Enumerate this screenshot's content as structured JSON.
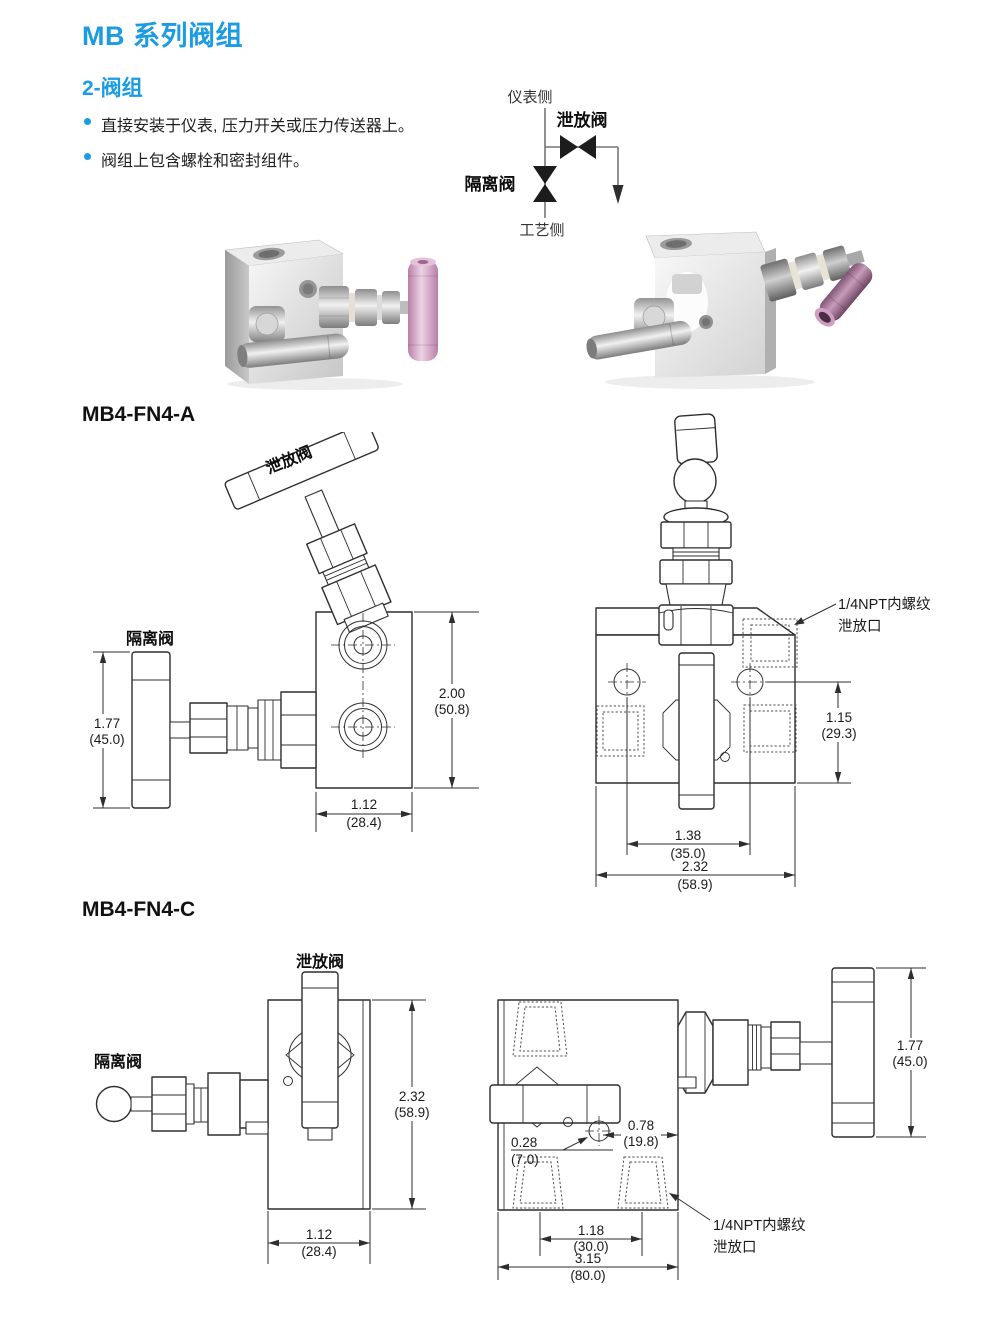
{
  "page": {
    "title": "MB 系列阀组",
    "section_title": "2-阀组",
    "bullets": [
      "直接安装于仪表, 压力开关或压力传送器上。",
      "阀组上包含螺栓和密封组件。"
    ]
  },
  "colors": {
    "accent": "#1b9ce2",
    "line": "#2e2e2e"
  },
  "schematic": {
    "instrument_side": "仪表侧",
    "vent_valve": "泄放阀",
    "isolation_valve": "隔离阀",
    "process_side": "工艺侧"
  },
  "model_a": {
    "heading": "MB4-FN4-A",
    "vent_valve_label": "泄放阀",
    "isolation_valve_label": "隔离阀",
    "port_note": [
      "1/4NPT内螺纹",
      "泄放口"
    ],
    "dims": {
      "handle_height_in": "1.77",
      "handle_height_mm": "(45.0)",
      "block_height_in": "2.00",
      "block_height_mm": "(50.8)",
      "block_width_in": "1.12",
      "block_width_mm": "(28.4)",
      "hole_offset_in": "1.15",
      "hole_offset_mm": "(29.3)",
      "hole_spacing_in": "1.38",
      "hole_spacing_mm": "(35.0)",
      "body_width_in": "2.32",
      "body_width_mm": "(58.9)"
    }
  },
  "model_c": {
    "heading": "MB4-FN4-C",
    "vent_valve_label": "泄放阀",
    "isolation_valve_label": "隔离阀",
    "port_note": [
      "1/4NPT内螺纹",
      "泄放口"
    ],
    "dims": {
      "body_height_in": "2.32",
      "body_height_mm": "(58.9)",
      "block_width_in": "1.12",
      "block_width_mm": "(28.4)",
      "port_offset_in": "0.28",
      "port_offset_mm": "(7.0)",
      "port_to_edge_in": "0.78",
      "port_to_edge_mm": "(19.8)",
      "handle_height_in": "1.77",
      "handle_height_mm": "(45.0)",
      "port_spacing_in": "1.18",
      "port_spacing_mm": "(30.0)",
      "body_width_in": "3.15",
      "body_width_mm": "(80.0)"
    }
  }
}
